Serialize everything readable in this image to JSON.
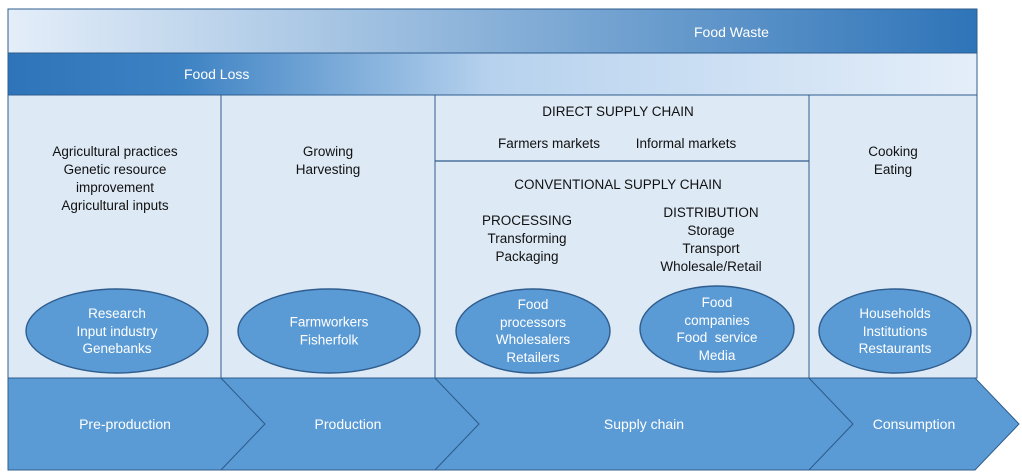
{
  "colors": {
    "border": "#2f5d8e",
    "panel_fill": "#dde9f5",
    "oval_fill": "#5b9bd5",
    "arrow_fill": "#5b9bd5",
    "bar_dark": "#2e74b8",
    "bar_light": "#e4eef9"
  },
  "bars": {
    "food_waste": "Food Waste",
    "food_loss": "Food Loss"
  },
  "preproduction": {
    "activities": [
      "Agricultural practices",
      "Genetic resource",
      "improvement",
      "Agricultural inputs"
    ],
    "actors": [
      "Research",
      "Input industry",
      "Genebanks"
    ]
  },
  "production": {
    "activities": [
      "Growing",
      "Harvesting"
    ],
    "actors": [
      "Farmworkers",
      "Fisherfolk"
    ]
  },
  "supply": {
    "direct_title": "DIRECT SUPPLY CHAIN",
    "direct_items": [
      "Farmers markets",
      "Informal markets"
    ],
    "conventional_title": "CONVENTIONAL SUPPLY CHAIN",
    "processing": [
      "PROCESSING",
      "Transforming",
      "Packaging"
    ],
    "distribution": [
      "DISTRIBUTION",
      "Storage",
      "Transport",
      "Wholesale/Retail"
    ],
    "processing_actors": [
      "Food",
      "processors",
      "Wholesalers",
      "Retailers"
    ],
    "distribution_actors": [
      "Food",
      "companies",
      "Food  service",
      "Media"
    ]
  },
  "consumption": {
    "activities": [
      "Cooking",
      "Eating"
    ],
    "actors": [
      "Households",
      "Institutions",
      "Restaurants"
    ]
  },
  "stages": [
    "Pre-production",
    "Production",
    "Supply chain",
    "Consumption"
  ]
}
